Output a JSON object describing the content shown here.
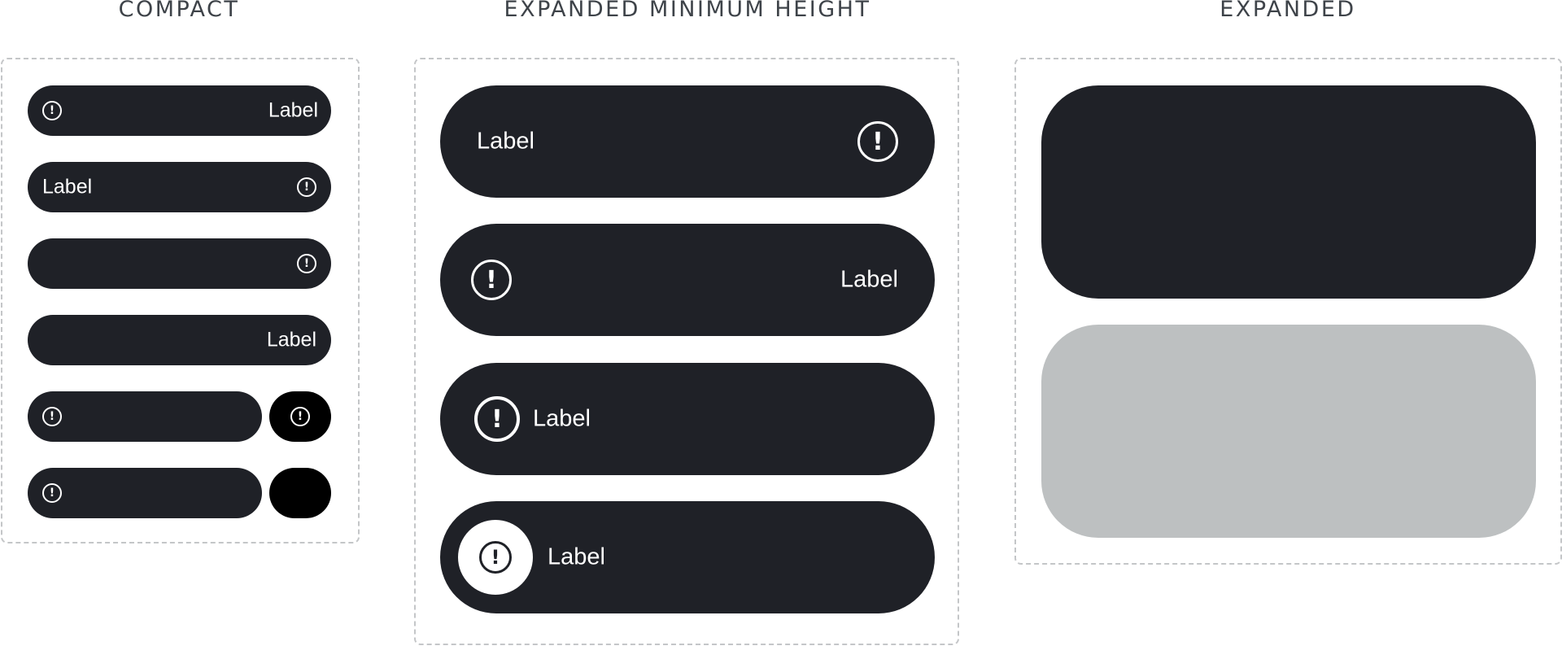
{
  "sections": {
    "compact": {
      "title": "COMPACT"
    },
    "expanded_min": {
      "title": "EXPANDED MINIMUM HEIGHT"
    },
    "expanded": {
      "title": "EXPANDED"
    }
  },
  "compact_items": [
    {
      "label": "Label"
    },
    {
      "label": "Label"
    },
    {
      "label": ""
    },
    {
      "label": "Label"
    }
  ],
  "expanded_min_items": [
    {
      "label": "Label"
    },
    {
      "label": "Label"
    },
    {
      "label": "Label"
    },
    {
      "label": "Label"
    }
  ],
  "colors": {
    "pill": "#1f2127",
    "placeholder": "#bdc0c1",
    "border": "#c4c6c8",
    "text": "#ffffff",
    "title": "#3e4349"
  },
  "icons": {
    "alert": "alert-circle-icon"
  }
}
